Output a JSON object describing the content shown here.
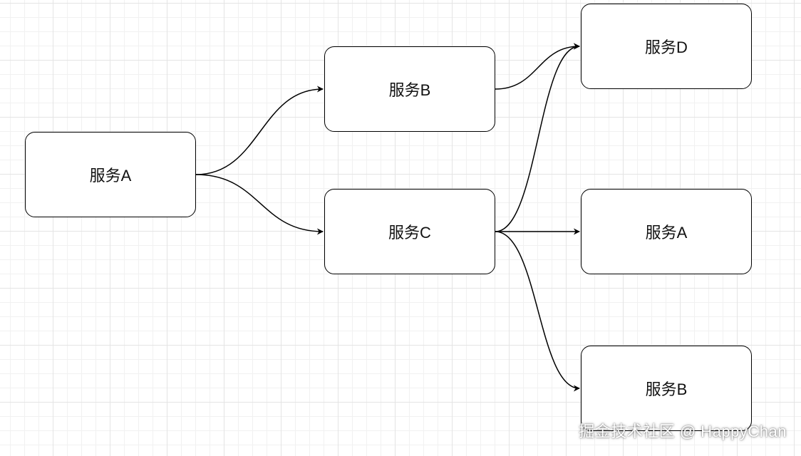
{
  "diagram": {
    "nodes": [
      {
        "id": "a1",
        "label": "服务A"
      },
      {
        "id": "b1",
        "label": "服务B"
      },
      {
        "id": "c1",
        "label": "服务C"
      },
      {
        "id": "d1",
        "label": "服务D"
      },
      {
        "id": "a2",
        "label": "服务A"
      },
      {
        "id": "b2",
        "label": "服务B"
      }
    ],
    "edges": [
      {
        "from": "a1",
        "to": "b1"
      },
      {
        "from": "a1",
        "to": "c1"
      },
      {
        "from": "b1",
        "to": "d1"
      },
      {
        "from": "c1",
        "to": "d1"
      },
      {
        "from": "c1",
        "to": "a2"
      },
      {
        "from": "c1",
        "to": "b2"
      }
    ],
    "colors": {
      "stroke": "#000000",
      "node_fill": "#ffffff",
      "grid": "#e4e4e4"
    }
  },
  "watermark": "掘金技术社区 @ HappyChan"
}
